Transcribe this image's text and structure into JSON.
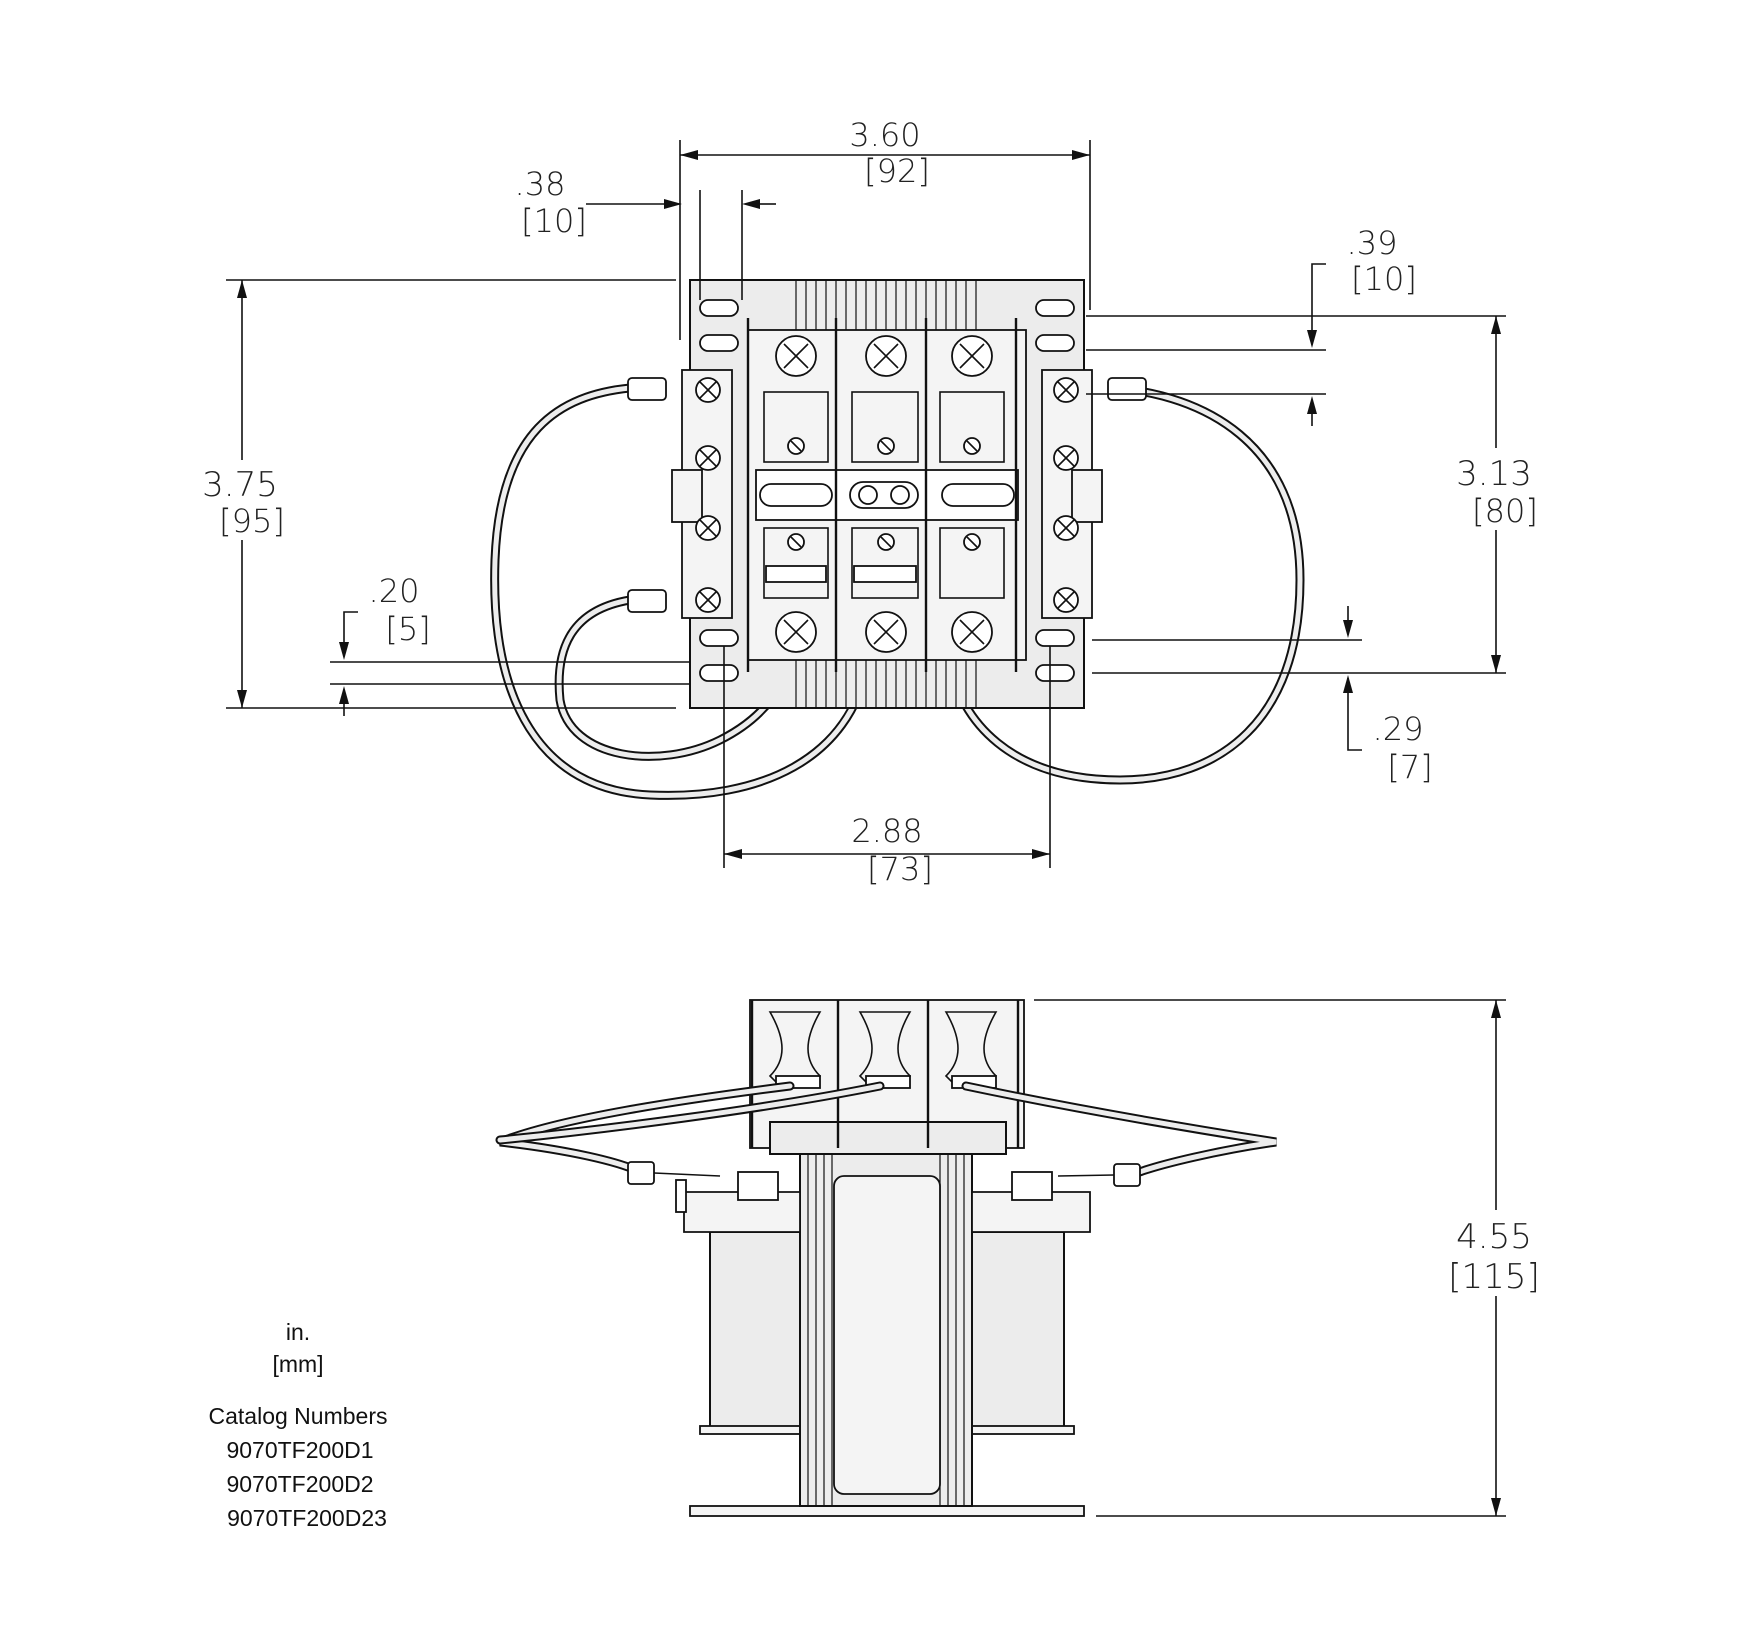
{
  "dimensions": {
    "width_overall": {
      "in": "3.60",
      "mm": "[92]"
    },
    "mount_inset": {
      "in": ".38",
      "mm": "[10]"
    },
    "slot_top": {
      "in": ".39",
      "mm": "[10]"
    },
    "height_overall": {
      "in": "3.75",
      "mm": "[95]"
    },
    "mount_height": {
      "in": "3.13",
      "mm": "[80]"
    },
    "slot_bottom_left": {
      "in": ".20",
      "mm": "[5]"
    },
    "slot_bottom_right": {
      "in": ".29",
      "mm": "[7]"
    },
    "mount_width": {
      "in": "2.88",
      "mm": "[73]"
    },
    "total_height": {
      "in": "4.55",
      "mm": "[115]"
    }
  },
  "legend": {
    "unit_in": "in.",
    "unit_mm": "[mm]",
    "catalog_heading": "Catalog Numbers",
    "catalog_numbers": [
      "9070TF200D1",
      "9070TF200D2",
      "9070TF200D23"
    ]
  },
  "colors": {
    "line": "#111111",
    "fill": "#ececec",
    "background": "#ffffff"
  }
}
